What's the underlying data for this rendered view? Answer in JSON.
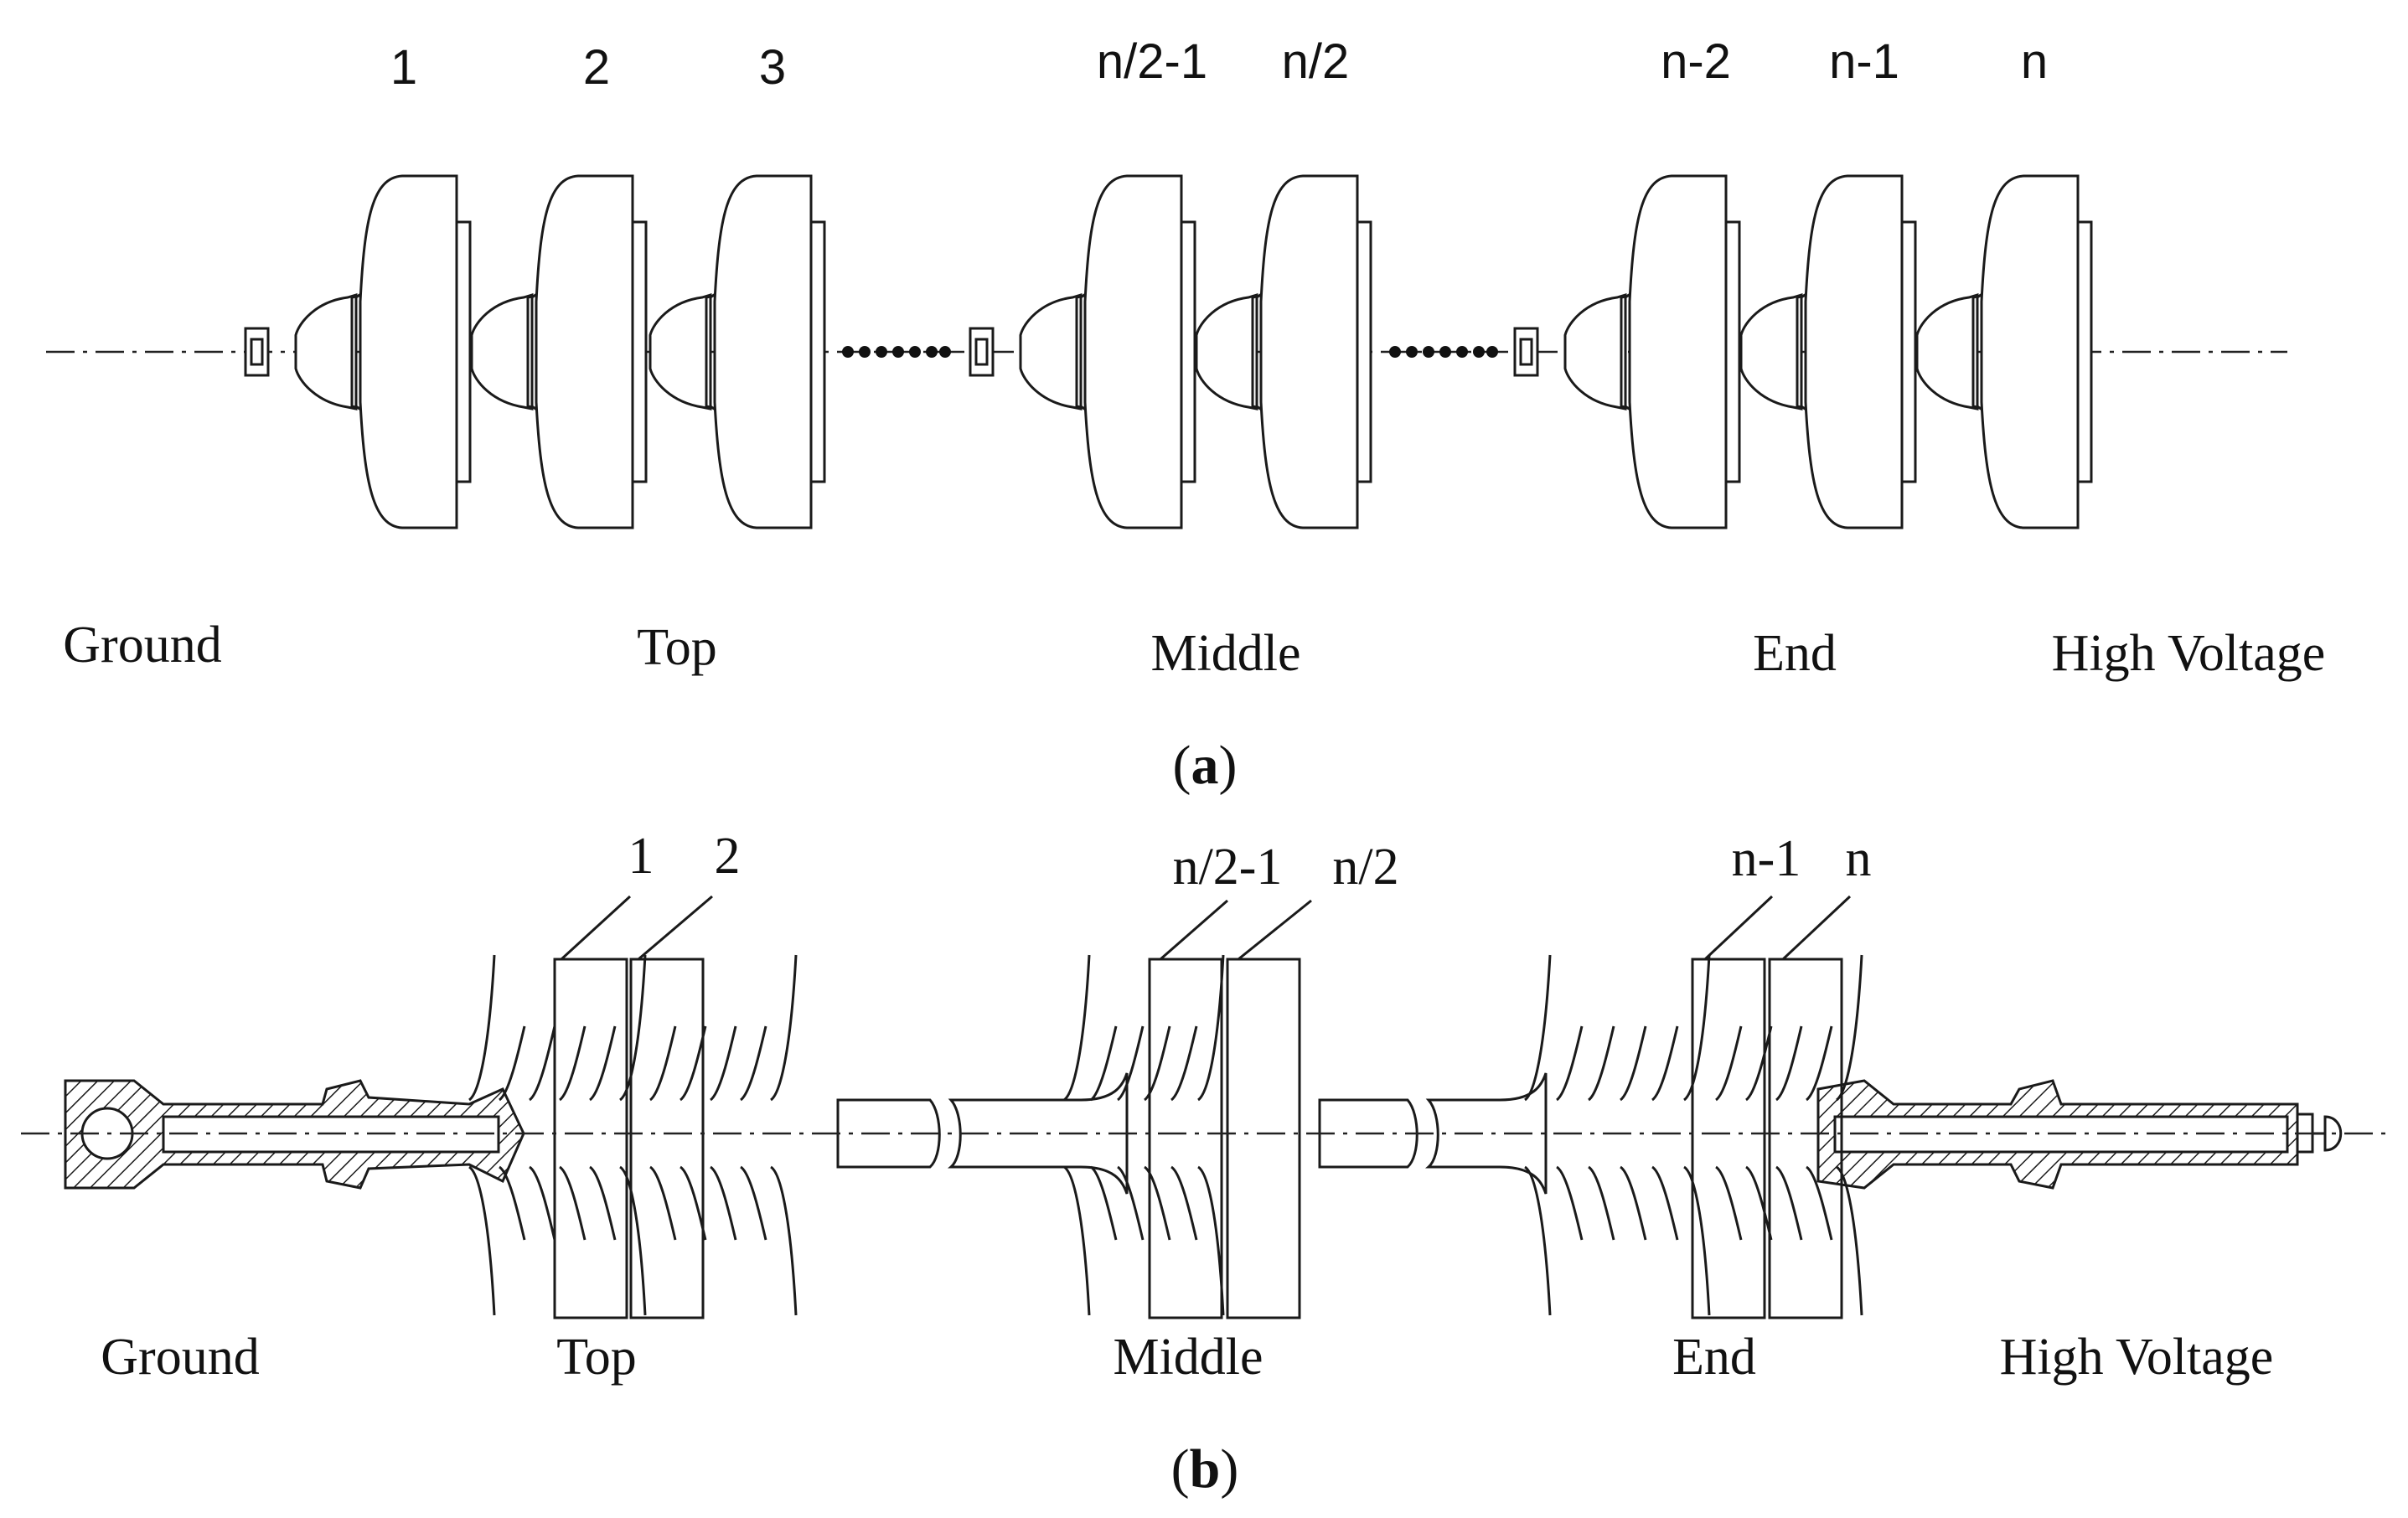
{
  "figure_a": {
    "disc_numbers": [
      "1",
      "2",
      "3",
      "n/2-1",
      "n/2",
      "n-2",
      "n-1",
      "n"
    ],
    "region_labels": [
      "Ground",
      "Top",
      "Middle",
      "End",
      "High Voltage"
    ],
    "caption_letter": "a"
  },
  "figure_b": {
    "ring_numbers": [
      "1",
      "2",
      "n/2-1",
      "n/2",
      "n-1",
      "n"
    ],
    "region_labels": [
      "Ground",
      "Top",
      "Middle",
      "End",
      "High Voltage"
    ],
    "caption_letter": "b"
  }
}
